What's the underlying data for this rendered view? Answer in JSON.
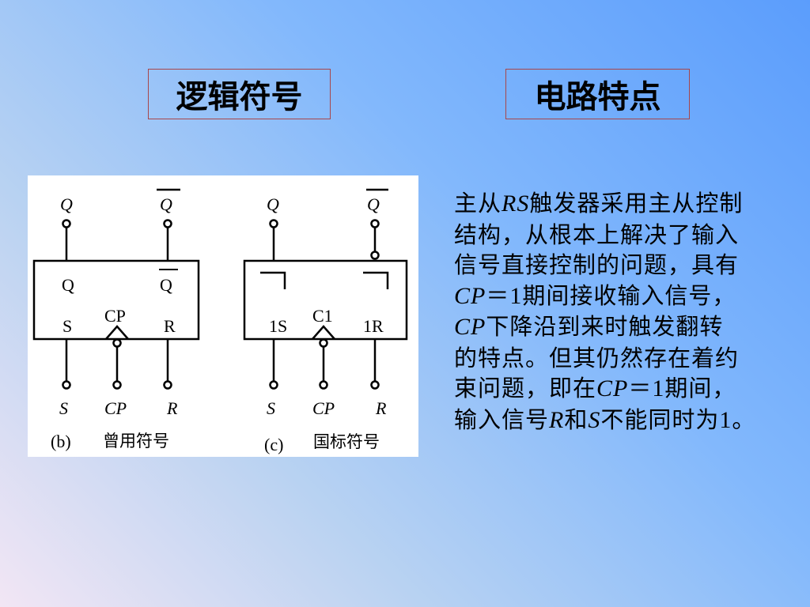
{
  "titles": {
    "logic_symbol": "逻辑符号",
    "circuit_feature": "电路特点"
  },
  "diagram_b": {
    "top_q": "Q",
    "top_qbar": "Q",
    "inner_q": "Q",
    "inner_qbar": "Q",
    "inner_s": "S",
    "inner_cp": "CP",
    "inner_r": "R",
    "bottom_s": "S",
    "bottom_cp": "CP",
    "bottom_r": "R",
    "caption_tag": "(b)",
    "caption": "曾用符号"
  },
  "diagram_c": {
    "top_q": "Q",
    "top_qbar": "Q",
    "inner_1s": "1S",
    "inner_c1": "C1",
    "inner_1r": "1R",
    "bottom_s": "S",
    "bottom_cp": "CP",
    "bottom_r": "R",
    "caption_tag": "(c)",
    "caption": "国标符号"
  },
  "description": {
    "l1_a": "主从",
    "l1_b": "RS",
    "l1_c": "触发器采用主从控制",
    "l2": "结构，从根本上解决了输入",
    "l3": "信号直接控制的问题，具有",
    "l4_a": "CP",
    "l4_b": "＝",
    "l4_c": "1",
    "l4_d": "期间接收输入信号，",
    "l5_a": "CP",
    "l5_b": "下降沿到来时触发翻转",
    "l6": "的特点。但其仍然存在着约",
    "l7_a": "束问题，即在",
    "l7_b": "CP",
    "l7_c": "＝",
    "l7_d": "1",
    "l7_e": "期间，",
    "l8_a": "输入信号",
    "l8_b": "R",
    "l8_c": "和",
    "l8_d": "S",
    "l8_e": "不能同时为",
    "l8_f": "1",
    "l8_g": "。"
  }
}
